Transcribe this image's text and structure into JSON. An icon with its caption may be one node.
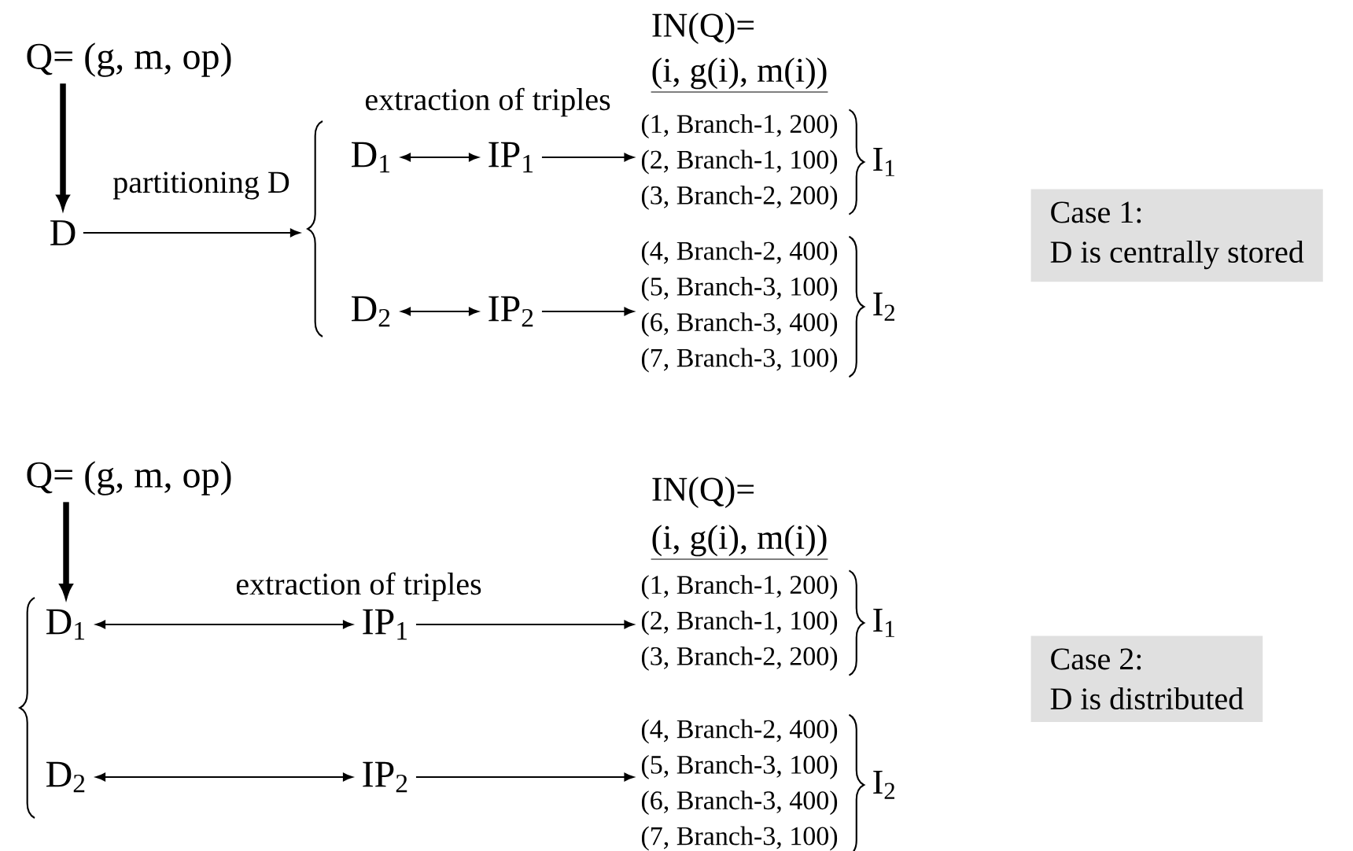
{
  "diagram": {
    "nodes": [
      {
        "text": [
          "Q= (g, m, op)"
        ]
      },
      {
        "text": [
          "D"
        ]
      },
      {
        "text": [
          "D$_{1}$"
        ]
      },
      {
        "text": [
          "IP$_{1}$"
        ]
      },
      {
        "text": [
          "D$_{2}$"
        ]
      },
      {
        "text": [
          "IP$_{2}$"
        ]
      },
      {
        "text": [
          "(1, Branch-1, 200)",
          "(2, Branch-1, 100)",
          "(3, Branch-2, 200)"
        ],
        "beside": [
          "I$_{1}$"
        ]
      },
      {
        "text": [
          "(4, Branch-2, 400)",
          "(5, Branch-3, 100)",
          "(6, Branch-3, 400)",
          "(7, Branch-3, 100)"
        ],
        "beside": [
          "I$_{2}$"
        ]
      },
      {
        "text": [
          "Case 1:",
          "D is centrally stored"
        ]
      },
      {
        "text": [
          "Q= (g, m, op)"
        ]
      },
      {
        "text": [
          "D$_{1}$"
        ]
      },
      {
        "text": [
          "IP$_{1}$"
        ]
      },
      {
        "text": [
          "D$_{2}$"
        ]
      },
      {
        "text": [
          "IP$_{2}$"
        ]
      },
      {
        "text": [
          "(1, Branch-1, 200)",
          "(2, Branch-1, 100)",
          "(3, Branch-2, 200)"
        ],
        "beside": [
          "I$_{1}$"
        ]
      },
      {
        "text": [
          "(4, Branch-2, 400)",
          "(5, Branch-3, 100)",
          "(6, Branch-3, 400)",
          "(7, Branch-3, 100)"
        ],
        "beside": [
          "I$_{2}$"
        ]
      },
      {
        "text": [
          "Case 2:",
          "D is distributed"
        ]
      }
    ],
    "edges": [
      {
        "from": 0,
        "to": 1,
        "arrow": "to",
        "style": "thick"
      },
      {
        "from": 1,
        "to": null,
        "arrow": "to",
        "label": "partitioning  D"
      },
      {
        "from": 2,
        "to": 3,
        "arrow": "both",
        "label": "extraction of triples"
      },
      {
        "from": 4,
        "to": 5,
        "arrow": "both"
      },
      {
        "from": 3,
        "to": 6,
        "arrow": "to"
      },
      {
        "from": 5,
        "to": 7,
        "arrow": "to"
      },
      {
        "from": 9,
        "to": 10,
        "arrow": "to",
        "style": "thick"
      },
      {
        "from": 10,
        "to": 11,
        "arrow": "both",
        "label": "extraction of triples"
      },
      {
        "from": 12,
        "to": 13,
        "arrow": "both"
      },
      {
        "from": 11,
        "to": 14,
        "arrow": "to"
      },
      {
        "from": 13,
        "to": 15,
        "arrow": "to"
      }
    ],
    "labels": [
      "IN(Q)=",
      "(i, g(i), m(i))",
      "IN(Q)=",
      "(i, g(i), m(i))"
    ]
  }
}
